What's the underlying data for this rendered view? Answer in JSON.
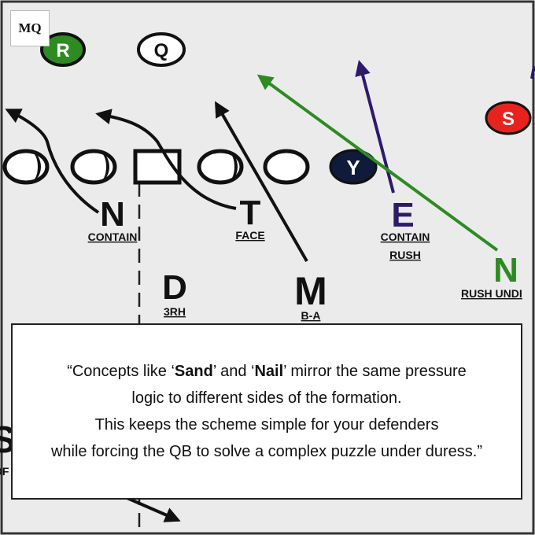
{
  "logo": {
    "text": "MQ"
  },
  "players": {
    "R": "R",
    "Q": "Q",
    "S": "S",
    "Y": "Y"
  },
  "defenders": {
    "N1": {
      "letter": "N",
      "tag": "CONTAIN"
    },
    "T": {
      "letter": "T",
      "tag": "FACE"
    },
    "E": {
      "letter": "E",
      "tag1": "CONTAIN",
      "tag2": "RUSH"
    },
    "N2": {
      "letter": "N",
      "tag": "RUSH UNDI"
    },
    "D": {
      "letter": "D",
      "tag": "3RH"
    },
    "M": {
      "letter": "M",
      "tag": "B-A"
    }
  },
  "edge_fragment": {
    "letter": "S",
    "tag": "OF"
  },
  "colors": {
    "field": "#ebebeb",
    "green": "#2e8b22",
    "purple": "#2e1a6b",
    "red": "#e8221d",
    "navy": "#101a3a",
    "ink": "#111111"
  },
  "quote": {
    "open": "“Concepts like ‘",
    "term1": "Sand",
    "mid": "’ and ‘",
    "term2": "Nail",
    "rest": "’ mirror the same pressure",
    "line2": "logic to different sides of the formation.",
    "line3": "This keeps the scheme simple for your defenders",
    "line4": "while forcing the QB to solve a complex puzzle under duress.”"
  }
}
